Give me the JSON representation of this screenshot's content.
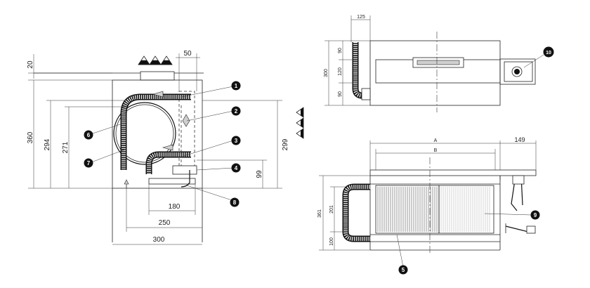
{
  "dimensions": {
    "d20": "20",
    "d50": "50",
    "d360": "360",
    "d294": "294",
    "d271": "271",
    "d299": "299",
    "d99": "99",
    "d180": "180",
    "d250": "250",
    "d300": "300",
    "top_125": "125",
    "top_90a": "90",
    "top_120": "120",
    "top_90b": "90",
    "top_300": "300",
    "side_A": "A",
    "side_B": "B",
    "side_149": "149",
    "side_361": "361",
    "side_201": "201",
    "side_100": "100"
  },
  "markers": [
    "1",
    "2",
    "3",
    "4",
    "5",
    "6",
    "7",
    "8",
    "9",
    "10"
  ]
}
